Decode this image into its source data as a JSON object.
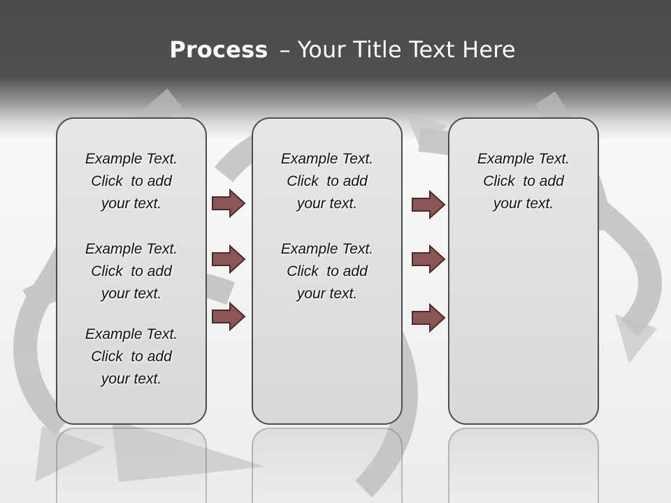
{
  "slide": {
    "title_bold": "Process",
    "title_separator": "–",
    "title_rest": "Your Title Text Here"
  },
  "columns": [
    {
      "items": [
        {
          "line1": "Example Text.",
          "line2": "Click  to add",
          "line3": "your text."
        },
        {
          "line1": "Example Text.",
          "line2": "Click  to add",
          "line3": "your text."
        },
        {
          "line1": "Example Text.",
          "line2": "Click  to add",
          "line3": "your text."
        }
      ]
    },
    {
      "items": [
        {
          "line1": "Example Text.",
          "line2": "Click  to add",
          "line3": "your text."
        },
        {
          "line1": "Example Text.",
          "line2": "Click  to add",
          "line3": "your text."
        }
      ]
    },
    {
      "items": [
        {
          "line1": "Example Text.",
          "line2": "Click  to add",
          "line3": "your text."
        }
      ]
    }
  ],
  "colors": {
    "header": "#4f4f4f",
    "arrow_fill": "#8a5656",
    "arrow_stroke": "#4a2a2a",
    "box_border": "#4b4b4b"
  },
  "icons": [
    "arrow-right-icon"
  ]
}
